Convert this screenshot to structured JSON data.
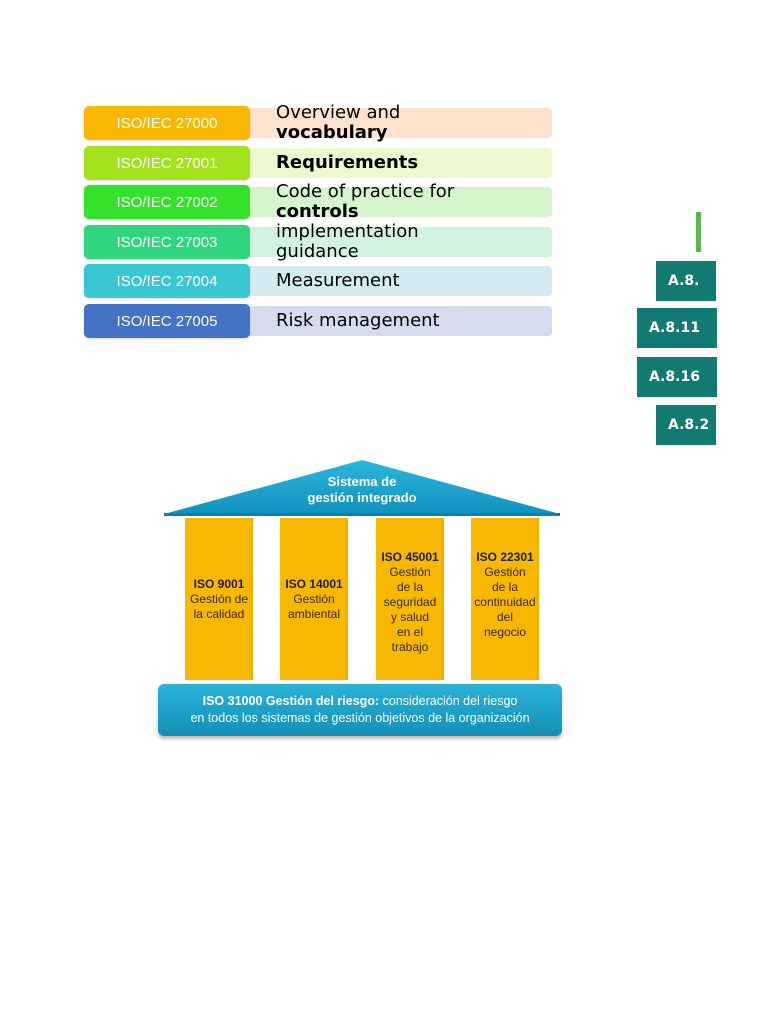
{
  "iso_family": {
    "rows": [
      {
        "code": "ISO/IEC 27000",
        "desc_plain": "Overview and",
        "desc_bold": "vocabulary",
        "code_color": "#fbb800",
        "bg_color": "#fde3cd"
      },
      {
        "code": "ISO/IEC 27001",
        "desc_plain": "",
        "desc_bold": "Requirements",
        "code_color": "#a3e21c",
        "bg_color": "#eef8cf"
      },
      {
        "code": "ISO/IEC 27002",
        "desc_plain": "Code of practice for",
        "desc_bold": "controls",
        "code_color": "#35e22b",
        "bg_color": "#d6f5cc"
      },
      {
        "code": "ISO/IEC 27003",
        "desc_plain": "implementation guidance",
        "desc_bold": "",
        "code_color": "#2fd67d",
        "bg_color": "#d3f3e1"
      },
      {
        "code": "ISO/IEC 27004",
        "desc_plain": "Measurement",
        "desc_bold": "",
        "code_color": "#38c7d3",
        "bg_color": "#d4ecf1"
      },
      {
        "code": "ISO/IEC 27005",
        "desc_plain": "Risk management",
        "desc_bold": "",
        "code_color": "#4472c4",
        "bg_color": "#d4dcee"
      }
    ]
  },
  "annex_controls": {
    "items": [
      "A.8.",
      "A.8.11",
      "A.8.16",
      "A.8.2"
    ],
    "bar_color": "#5cb84c",
    "item_color": "#137a72"
  },
  "temple": {
    "roof_title_line1": "Sistema de",
    "roof_title_line2": "gestión integrado",
    "roof_color": "#1aa3cc",
    "pillar_color": "#f9b800",
    "pillars": [
      {
        "name": "ISO 9001",
        "text": "Gestión de\nla calidad"
      },
      {
        "name": "ISO 14001",
        "text": "Gestión\nambiental"
      },
      {
        "name": "ISO 45001",
        "text": "Gestión\nde la\nseguridad\ny salud\nen el\ntrabajo"
      },
      {
        "name": "ISO 22301",
        "text": "Gestión\nde la\ncontinuidad\ndel\nnegocio"
      }
    ],
    "base_bold": "ISO 31000 Gestión del riesgo:",
    "base_text1": " consideración del riesgo",
    "base_text2": "en todos los sistemas de gestión objetivos de la organización"
  }
}
